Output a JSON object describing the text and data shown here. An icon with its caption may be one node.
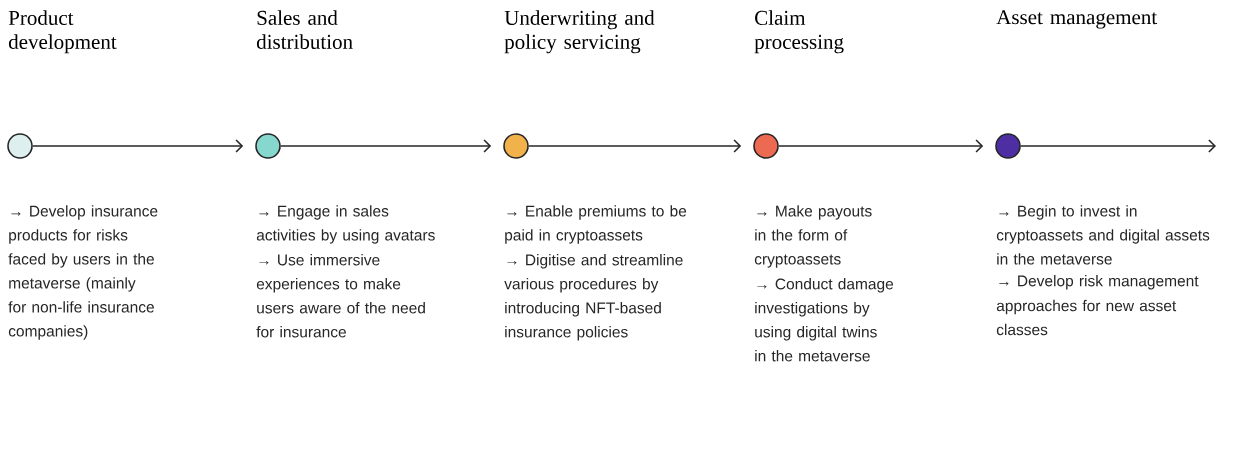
{
  "diagram": {
    "nodes": [
      {
        "text": [
          "Product development"
        ],
        "beside": [
          "→ Develop insurance products for risks faced by users in the metaverse (mainly for non-life insurance companies)"
        ]
      },
      {
        "text": [
          "Sales and distribution"
        ],
        "beside": [
          "→ Engage in sales activities by using avatars",
          "→ Use immersive experiences to make users aware of the need for insurance"
        ]
      },
      {
        "text": [
          "Underwriting and policy servicing"
        ],
        "beside": [
          "→ Enable premiums to be paid in cryptoassets",
          "→ Digitise and streamline various procedures by introducing NFT-based insurance policies"
        ]
      },
      {
        "text": [
          "Claim processing"
        ],
        "beside": [
          "→ Make payouts in the form of cryptoassets",
          "→ Conduct damage investigations by using digital twins in the metaverse"
        ]
      },
      {
        "text": [
          "Asset management"
        ],
        "beside": [
          "→ Begin to invest in cryptoassets and digital assets in the metaverse",
          "→ Develop risk management",
          "approaches for new asset classes"
        ]
      }
    ],
    "edges": [
      {
        "from": 0,
        "to": 1,
        "arrow": "to"
      },
      {
        "from": 1,
        "to": 2,
        "arrow": "to"
      },
      {
        "from": 2,
        "to": 3,
        "arrow": "to"
      },
      {
        "from": 3,
        "to": 4,
        "arrow": "to"
      },
      {
        "from": 4,
        "to": null,
        "arrow": "to"
      }
    ]
  }
}
